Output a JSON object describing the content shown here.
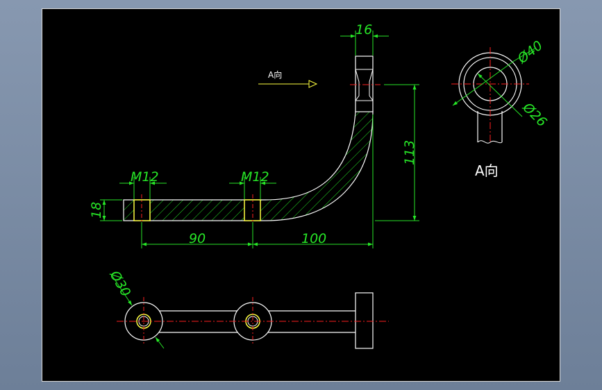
{
  "colors": {
    "background": "#000000",
    "outline": "#ffffff",
    "dimension": "#27e627",
    "centerline": "#ff2020",
    "hatch": "#27e627",
    "thread": "#ffff40",
    "viewport": "#7a8da6"
  },
  "dimensions": {
    "flange_width": "16",
    "height": "113",
    "thickness": "18",
    "thread_left": "M12",
    "thread_right": "M12",
    "span_left": "90",
    "span_right": "100",
    "boss_dia": "Ø30",
    "ring_outer": "Ø40",
    "ring_inner": "Ø26"
  },
  "labels": {
    "view_arrow": "A向",
    "view_title": "A向"
  }
}
